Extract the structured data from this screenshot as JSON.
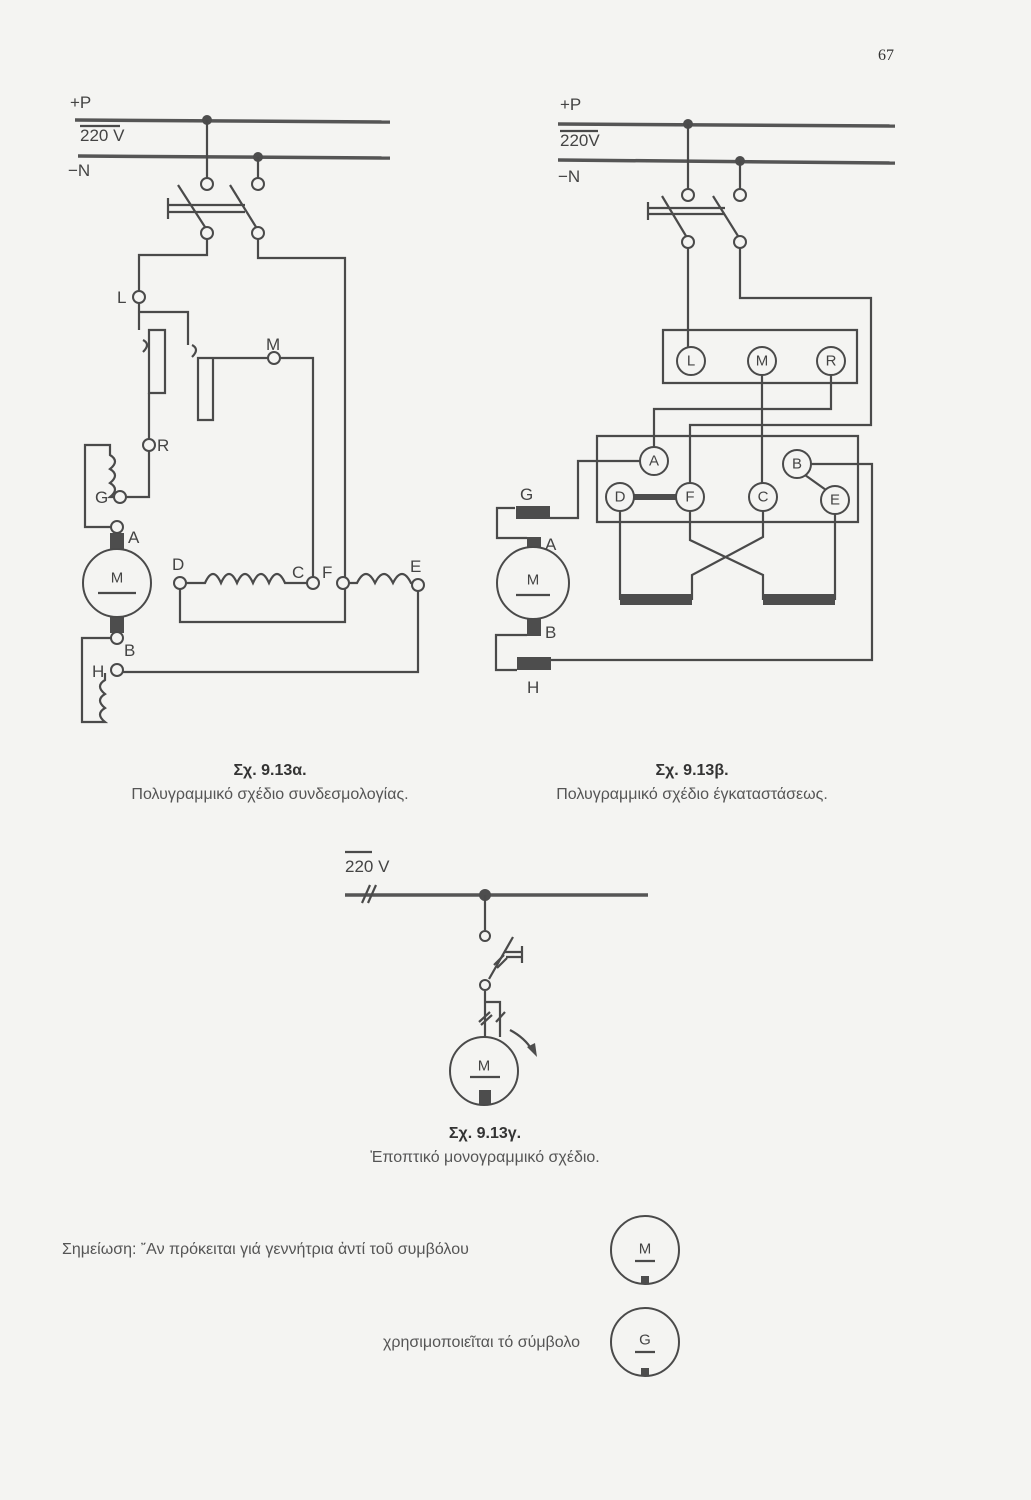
{
  "page_number": "67",
  "fig_a": {
    "plus_label": "+P",
    "voltage_label": "220 V",
    "minus_label": "−N",
    "terminals": {
      "L": "L",
      "M": "M",
      "R": "R",
      "G": "G",
      "A": "A",
      "B": "B",
      "H": "H",
      "D": "D",
      "C": "C",
      "F": "F",
      "E": "E"
    },
    "motor_label": "M",
    "caption_title": "Σχ. 9.13α.",
    "caption_text": "Πολυγραμμικό σχέδιο συνδεσμολογίας."
  },
  "fig_b": {
    "plus_label": "+P",
    "voltage_label": "220V",
    "minus_label": "−N",
    "starter_terminals": [
      "L",
      "M",
      "R"
    ],
    "motor_terminals": [
      "A",
      "B",
      "D",
      "F",
      "C",
      "E"
    ],
    "winding_labels": {
      "G": "G",
      "A": "A",
      "B": "B",
      "H": "H"
    },
    "motor_label": "M",
    "caption_title": "Σχ. 9.13β.",
    "caption_text": "Πολυγραμμικό σχέδιο έγκαταστάσεως."
  },
  "fig_c": {
    "voltage_label": "220 V",
    "motor_label": "M",
    "caption_title": "Σχ. 9.13γ.",
    "caption_text": "Ἐποπτικό μονογραμμικό σχέδιο."
  },
  "note": {
    "line1": "Σημείωση: ῎Αν πρόκειται γιά γεννήτρια ἀντί τοῦ συμβόλου",
    "symbol_motor": "M",
    "line2": "χρησιμοποιεῖται τό σύμβολο",
    "symbol_generator": "G"
  }
}
